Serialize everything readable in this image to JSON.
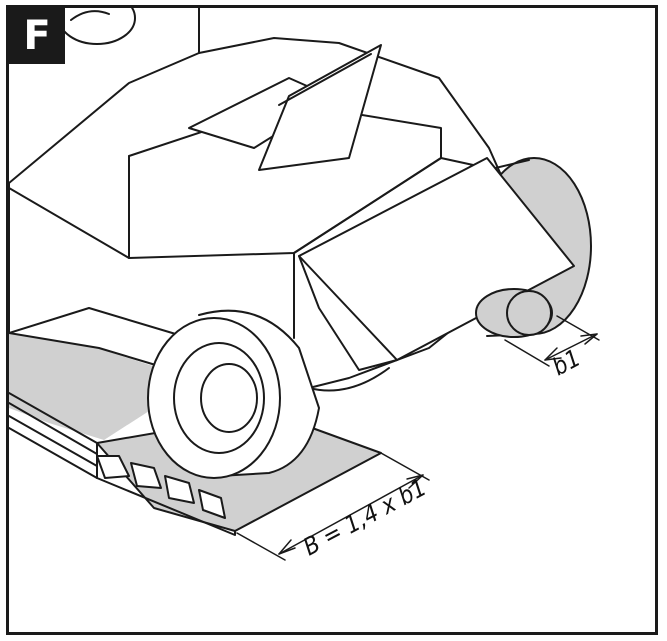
{
  "figure": {
    "section_label": "F",
    "dimension_small": "b1",
    "dimension_ramp": "B = 1,4 x b1"
  },
  "colors": {
    "line": "#1a1a1a",
    "shade": "#d0d0d0",
    "badge": "#1a1a1a"
  }
}
